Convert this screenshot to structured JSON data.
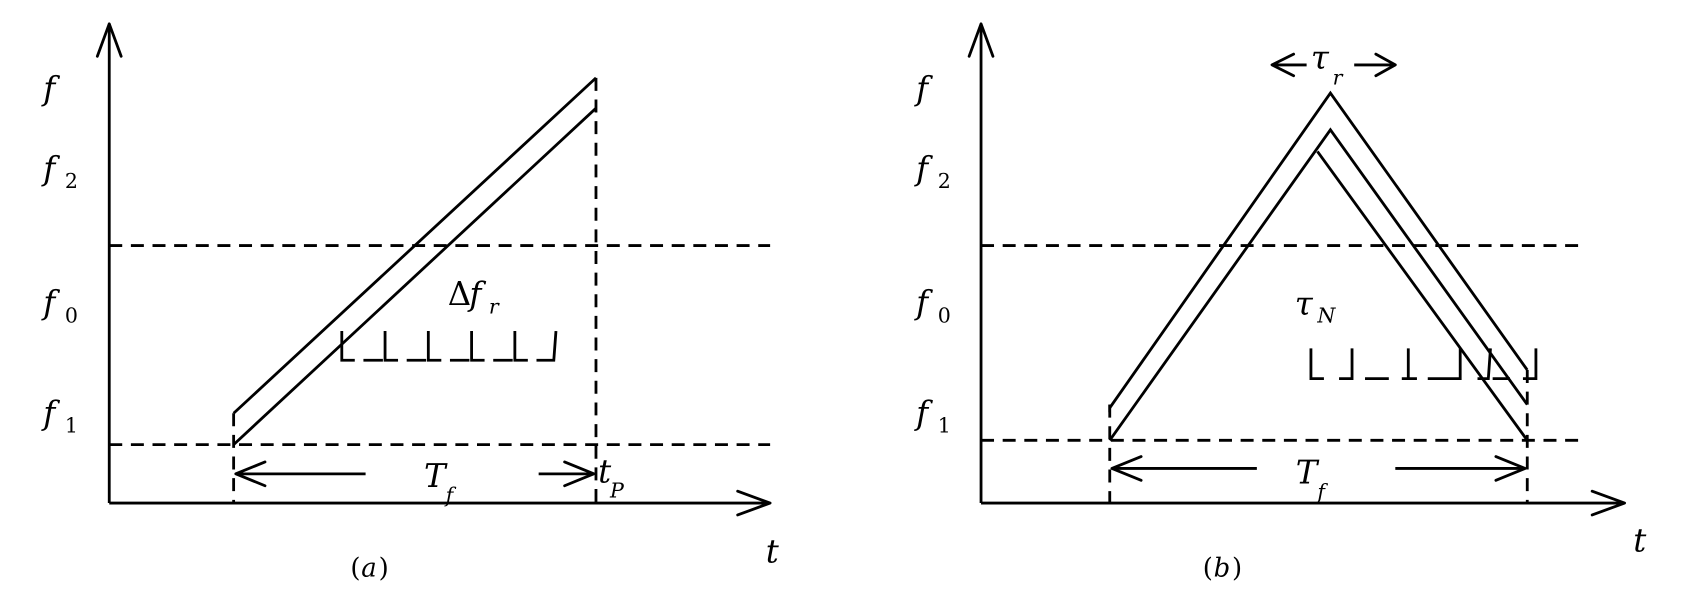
{
  "figure": {
    "panels": [
      {
        "id": "a",
        "caption": "a",
        "axis": {
          "y_label": "f",
          "x_label": "t"
        },
        "y_ticks": [
          {
            "main": "f",
            "sub": ""
          },
          {
            "main": "f",
            "sub": "2"
          },
          {
            "main": "f",
            "sub": "0"
          },
          {
            "main": "f",
            "sub": "1"
          }
        ],
        "annotations": {
          "delta": "Δ",
          "bandwidth_main": "f",
          "bandwidth_sub": "r",
          "period_main": "T",
          "period_sub": "f",
          "pulse_main": "t",
          "pulse_sub": "P"
        },
        "waveform": "sawtooth (linear up-chirp), transmitted + received echo"
      },
      {
        "id": "b",
        "caption": "b",
        "axis": {
          "y_label": "f",
          "x_label": "t"
        },
        "y_ticks": [
          {
            "main": "f",
            "sub": ""
          },
          {
            "main": "f",
            "sub": "2"
          },
          {
            "main": "f",
            "sub": "0"
          },
          {
            "main": "f",
            "sub": "1"
          }
        ],
        "annotations": {
          "delay_main": "τ",
          "delay_sub": "r",
          "noise_main": "τ",
          "noise_sub": "N",
          "period_main": "T",
          "period_sub": "f"
        },
        "waveform": "triangular (up/down chirp), transmitted + received echoes"
      }
    ]
  }
}
